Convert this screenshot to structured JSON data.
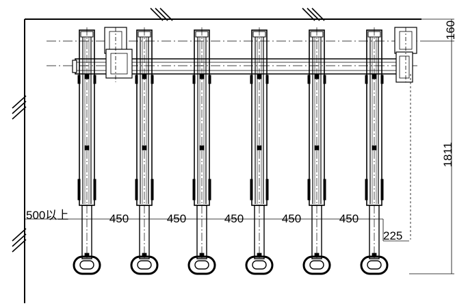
{
  "drawing": {
    "rack_count": 6,
    "line_color": "#000000",
    "background": "#ffffff"
  },
  "dimensions": {
    "top_offset": "160",
    "height": "1811",
    "wall_clearance": "500以上",
    "spacings": [
      "450",
      "450",
      "450",
      "450",
      "450"
    ],
    "end_offset": "225"
  }
}
